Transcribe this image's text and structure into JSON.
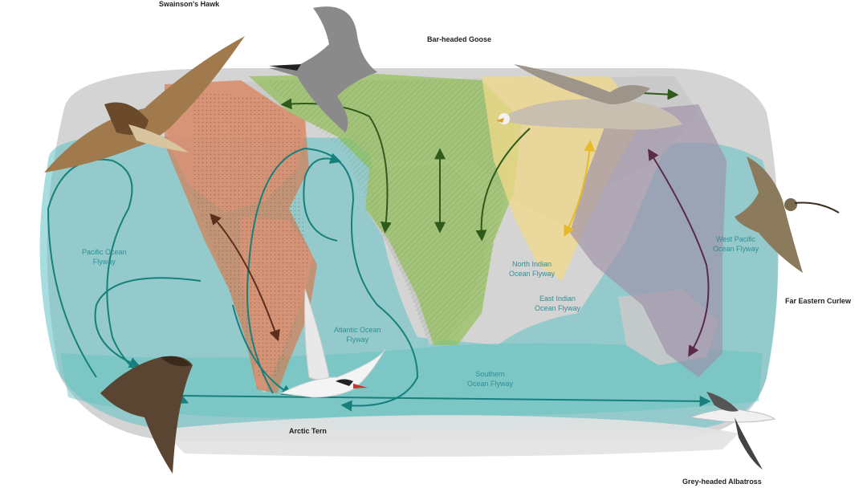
{
  "species": {
    "swainsons_hawk": "Swainson's Hawk",
    "bar_headed_goose": "Bar-headed Goose",
    "far_eastern_curlew": "Far Eastern Curlew",
    "arctic_tern": "Arctic Tern",
    "grey_headed_albatross": "Grey-headed Albatross"
  },
  "flyways": {
    "pacific": [
      "Pacific Ocean",
      "Flyway"
    ],
    "atlantic": [
      "Atlantic Ocean",
      "Flyway"
    ],
    "north_indian": [
      "North Indian",
      "Ocean Flyway"
    ],
    "east_indian": [
      "East Indian",
      "Ocean Flyway"
    ],
    "west_pacific": [
      "West Pacific",
      "Ocean Flyway"
    ],
    "southern": [
      "Southern",
      "Ocean Flyway"
    ]
  },
  "colors": {
    "ocean_flyway": "#5fc1c2",
    "flyway_text": "#2f8f95",
    "americas_range": "#e0703f",
    "africa_eurasia_range": "#8fbf4e",
    "central_asia_range": "#f2d98a",
    "east_asia_range": "#9c8fa8",
    "land": "#c9c9c9"
  }
}
